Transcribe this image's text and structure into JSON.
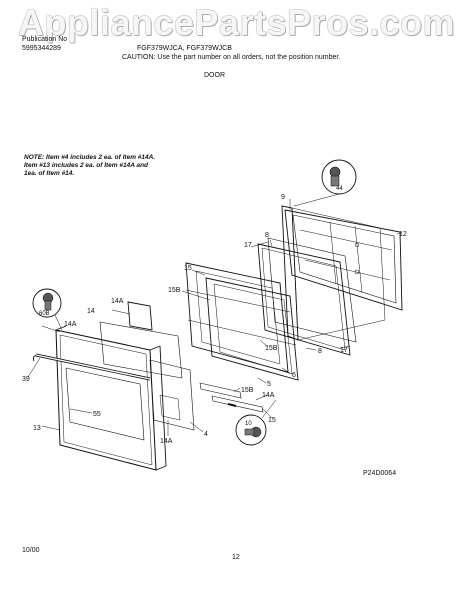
{
  "watermark": "AppliancePartsPros.com",
  "header": {
    "publication_label": "Publication No",
    "publication_number": "5995344289",
    "models": "FGF379WJCA, FGF379WJCB",
    "caution": "CAUTION: Use the part number on all orders, not the position number.",
    "section_title": "DOOR"
  },
  "note": {
    "line1": "NOTE: Item #4 includes 2 ea. of Item #14A.",
    "line2": "Item #13 includes 2 ea. of Item #14A and",
    "line3": "1ea. of Item #14."
  },
  "callouts": {
    "c9": "9",
    "c12": "12",
    "c44": "44",
    "c8a": "8",
    "c17a": "17",
    "c15a": "15",
    "c15b_top": "15B",
    "c14a_top": "14A",
    "c14": "14",
    "c14a_left": "14A",
    "c60b": "60B",
    "c13": "13",
    "c39": "39",
    "c55": "55",
    "c4": "4",
    "c14a_bottom": "14A",
    "c10": "10",
    "c15b_mid": "15B",
    "c15b_low": "15B",
    "c5": "5",
    "c6": "6",
    "c8b": "8",
    "c17b": "17",
    "c14a_right": "14A",
    "c15b": "15"
  },
  "diagram_code": "P24D0064",
  "footer": {
    "date": "10/00",
    "page_number": "12"
  }
}
